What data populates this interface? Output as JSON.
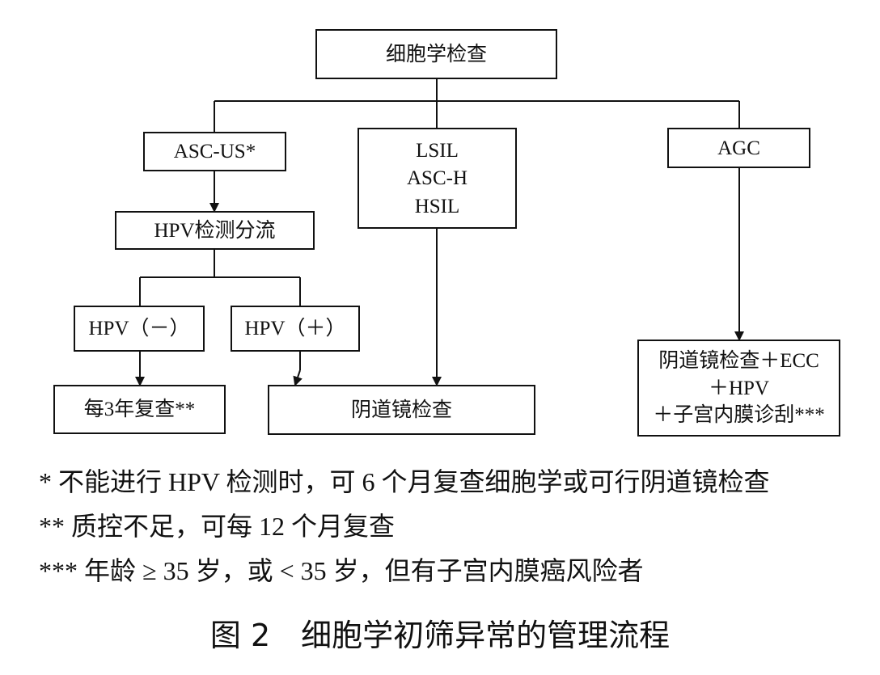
{
  "flowchart": {
    "root": "细胞学检查",
    "asc_us": "ASC-US*",
    "hpv_triage": "HPV检测分流",
    "hpv_negative": "HPV（－）",
    "hpv_positive": "HPV（＋）",
    "every_3_years": "每3年复查**",
    "colposcopy": "阴道镜检查",
    "lsil_group": [
      "LSIL",
      "ASC-H",
      "HSIL"
    ],
    "agc": "AGC",
    "agc_action": [
      "阴道镜检查＋ECC",
      "＋HPV",
      "＋子宫内膜诊刮***"
    ]
  },
  "footnotes": [
    "* 不能进行 HPV 检测时，可 6 个月复查细胞学或可行阴道镜检查",
    "** 质控不足，可每 12 个月复查",
    "*** 年龄 ≥ 35 岁，或 < 35 岁，但有子宫内膜癌风险者"
  ],
  "caption": "图 2　细胞学初筛异常的管理流程"
}
